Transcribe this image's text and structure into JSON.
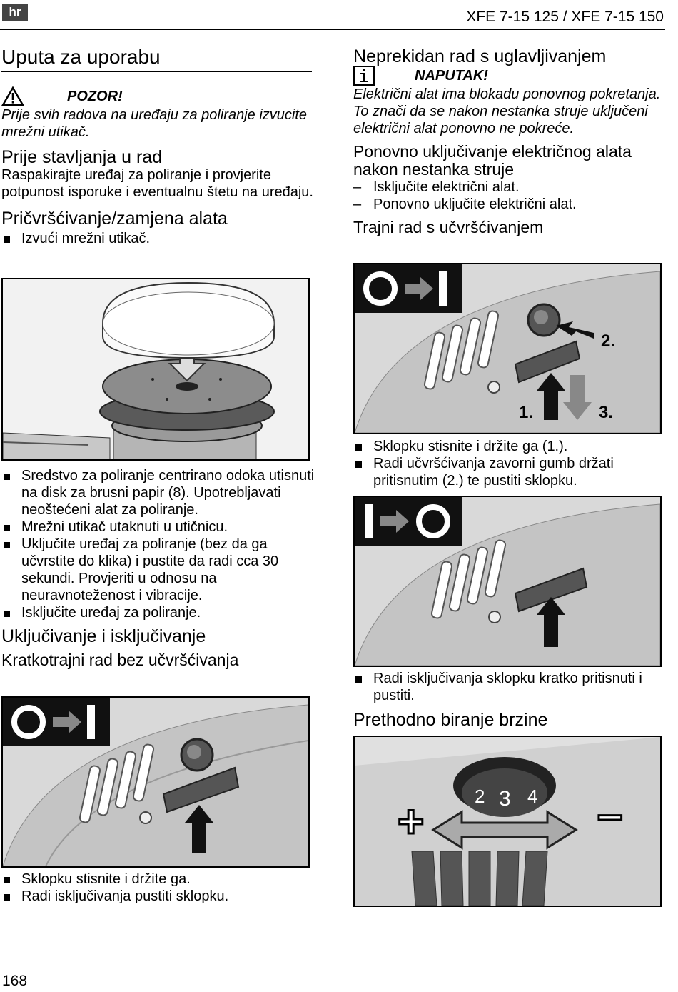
{
  "header": {
    "lang": "hr",
    "model": "XFE 7-15 125 / XFE 7-15 150"
  },
  "left": {
    "title": "Uputa za uporabu",
    "caution_label": "POZOR!",
    "caution_text": "Prije svih radova na uređaju za poliranje izvucite mrežni utikač.",
    "h_prior": "Prije stavljanja u rad",
    "prior_text": "Raspakirajte uređaj za poliranje i provjerite potpunost isporuke i eventualnu štetu na uređaju.",
    "h_fix": "Pričvršćivanje/zamjena alata",
    "fix_items": [
      "Izvući mrežni utikač."
    ],
    "after_fig_items": [
      "Sredstvo za poliranje centrirano odoka utisnuti na disk za brusni papir (8). Upotrebljavati neoštećeni alat za poliranje.",
      "Mrežni utikač utaknuti u utičnicu.",
      "Uključite uređaj za poliranje (bez da ga učvrstite do klika) i pustite da radi cca 30 sekundi. Provjeriti u odnosu na neuravnoteženost i vibracije.",
      "Isključite uređaj za poliranje."
    ],
    "h_switch": "Uključivanje i isključivanje",
    "h_short": "Kratkotrajni rad bez učvršćivanja",
    "short_items": [
      "Sklopku stisnite i držite ga.",
      "Radi isključivanja pustiti sklopku."
    ]
  },
  "right": {
    "h_cont": "Neprekidan rad s uglavljivanjem",
    "note_label": "NAPUTAK!",
    "note_text": "Električni alat ima blokadu ponovnog pokretanja. To znači da se nakon nestanka struje uključeni električni alat ponovno ne pokreće.",
    "h_restart": "Ponovno uključivanje električnog alata nakon nestanka struje",
    "restart_items": [
      "Isključite električni alat.",
      "Ponovno uključite električni alat."
    ],
    "h_lock": "Trajni rad s učvršćivanjem",
    "lock_items": [
      "Sklopku stisnite i držite ga (1.).",
      "Radi učvršćivanja zavorni gumb držati pritisnutim (2.) te pustiti sklopku."
    ],
    "off_items": [
      "Radi isključivanja sklopku kratko pritisnuti i pustiti."
    ],
    "h_speed": "Prethodno biranje brzine"
  },
  "figures": {
    "lock_labels": {
      "one": "1.",
      "two": "2.",
      "three": "3."
    },
    "dial_numbers": [
      "2",
      "3",
      "4"
    ],
    "plus": "+",
    "minus": "–"
  },
  "page_number": "168"
}
